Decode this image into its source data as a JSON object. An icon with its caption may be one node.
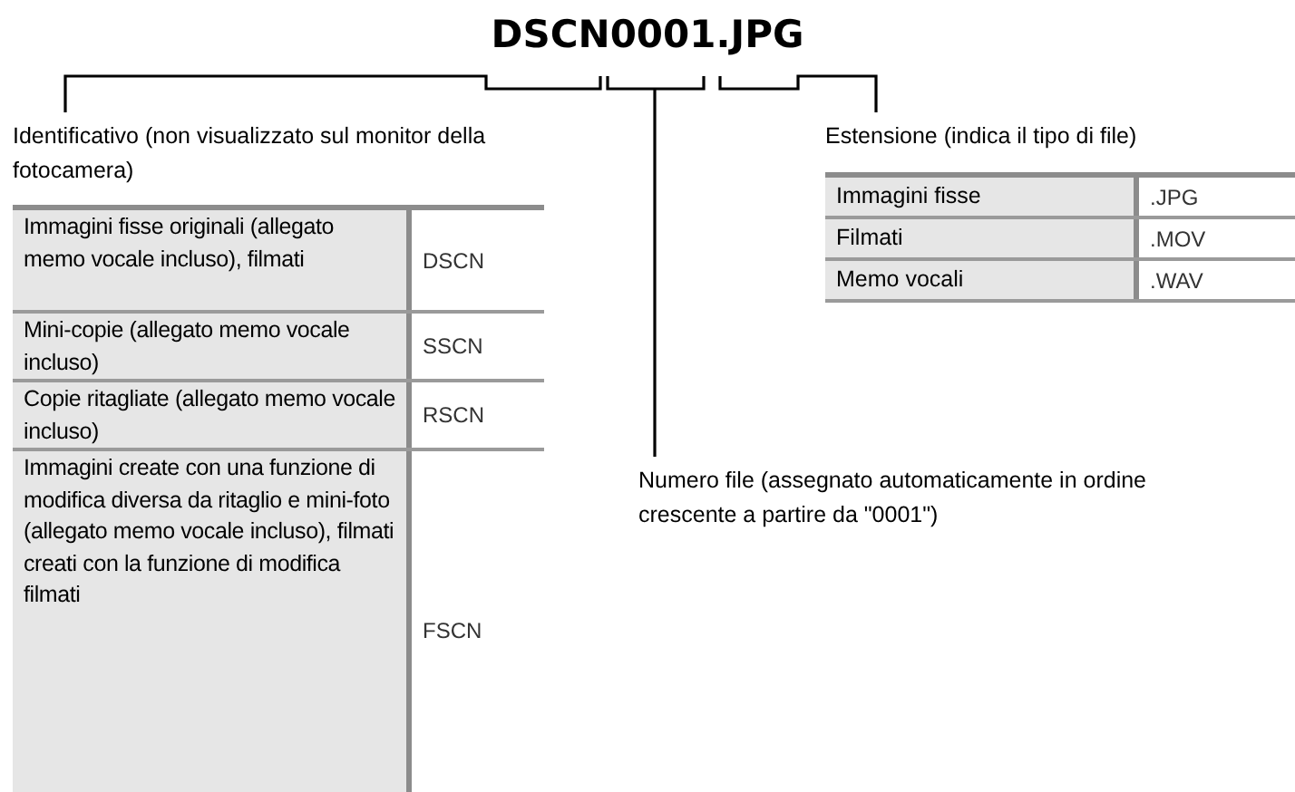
{
  "diagram": {
    "title": "DSCN0001.JPG",
    "nodes": [
      {
        "text": [
          "Identificativo (non visualizzato sul monitor della fotocamera)"
        ]
      },
      {
        "text": [
          "Numero file (assegnato automaticamente in ordine crescente a partire da \"0001\")"
        ]
      },
      {
        "text": [
          "Estensione (indica il tipo di file)"
        ]
      }
    ],
    "edges": [
      {
        "from": 0,
        "to": null,
        "arrow": "none"
      },
      {
        "from": 1,
        "to": null,
        "arrow": "none"
      },
      {
        "from": 2,
        "to": null,
        "arrow": "none"
      }
    ],
    "labels": [
      "Immagini fisse originali (allegato memo vocale incluso), filmati",
      "DSCN",
      "Mini-copie (allegato memo vocale incluso)",
      "SSCN",
      "Copie ritagliate (allegato memo vocale incluso)",
      "RSCN",
      "Immagini create con una funzione di modifica diversa da ritaglio e mini-foto (allegato memo vocale incluso), filmati creati con la funzione di modifica filmati",
      "FSCN",
      "Immagini fisse",
      ".JPG",
      "Filmati",
      ".MOV",
      "Memo vocali",
      ".WAV"
    ]
  }
}
